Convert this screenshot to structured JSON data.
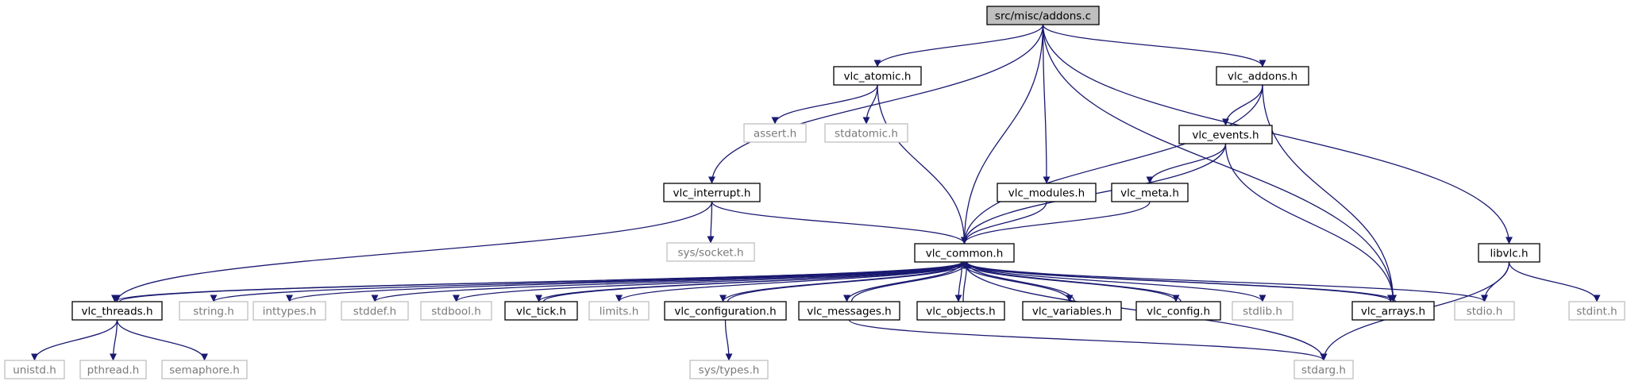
{
  "graph": {
    "root": "src/misc/addons.c",
    "nodes": [
      {
        "id": "root",
        "label": "src/misc/addons.c",
        "kind": "root"
      },
      {
        "id": "vlc_atomic",
        "label": "vlc_atomic.h",
        "kind": "internal"
      },
      {
        "id": "vlc_addons",
        "label": "vlc_addons.h",
        "kind": "internal"
      },
      {
        "id": "assert",
        "label": "assert.h",
        "kind": "external"
      },
      {
        "id": "stdatomic",
        "label": "stdatomic.h",
        "kind": "external"
      },
      {
        "id": "vlc_events",
        "label": "vlc_events.h",
        "kind": "internal"
      },
      {
        "id": "vlc_interrupt",
        "label": "vlc_interrupt.h",
        "kind": "internal"
      },
      {
        "id": "vlc_modules",
        "label": "vlc_modules.h",
        "kind": "internal"
      },
      {
        "id": "vlc_meta",
        "label": "vlc_meta.h",
        "kind": "internal"
      },
      {
        "id": "libvlc",
        "label": "libvlc.h",
        "kind": "internal"
      },
      {
        "id": "sys_socket",
        "label": "sys/socket.h",
        "kind": "external"
      },
      {
        "id": "vlc_common",
        "label": "vlc_common.h",
        "kind": "internal"
      },
      {
        "id": "vlc_threads",
        "label": "vlc_threads.h",
        "kind": "internal"
      },
      {
        "id": "string",
        "label": "string.h",
        "kind": "external"
      },
      {
        "id": "inttypes",
        "label": "inttypes.h",
        "kind": "external"
      },
      {
        "id": "stddef",
        "label": "stddef.h",
        "kind": "external"
      },
      {
        "id": "stdbool",
        "label": "stdbool.h",
        "kind": "external"
      },
      {
        "id": "vlc_tick",
        "label": "vlc_tick.h",
        "kind": "internal"
      },
      {
        "id": "limits",
        "label": "limits.h",
        "kind": "external"
      },
      {
        "id": "vlc_configuration",
        "label": "vlc_configuration.h",
        "kind": "internal"
      },
      {
        "id": "vlc_messages",
        "label": "vlc_messages.h",
        "kind": "internal"
      },
      {
        "id": "vlc_objects",
        "label": "vlc_objects.h",
        "kind": "internal"
      },
      {
        "id": "vlc_variables",
        "label": "vlc_variables.h",
        "kind": "internal"
      },
      {
        "id": "vlc_config",
        "label": "vlc_config.h",
        "kind": "internal"
      },
      {
        "id": "stdlib",
        "label": "stdlib.h",
        "kind": "external"
      },
      {
        "id": "vlc_arrays",
        "label": "vlc_arrays.h",
        "kind": "internal"
      },
      {
        "id": "stdio",
        "label": "stdio.h",
        "kind": "external"
      },
      {
        "id": "stdint",
        "label": "stdint.h",
        "kind": "external"
      },
      {
        "id": "unistd",
        "label": "unistd.h",
        "kind": "external"
      },
      {
        "id": "pthread",
        "label": "pthread.h",
        "kind": "external"
      },
      {
        "id": "semaphore",
        "label": "semaphore.h",
        "kind": "external"
      },
      {
        "id": "sys_types",
        "label": "sys/types.h",
        "kind": "external"
      },
      {
        "id": "stdarg",
        "label": "stdarg.h",
        "kind": "external"
      }
    ],
    "edges": [
      [
        "root",
        "vlc_atomic"
      ],
      [
        "root",
        "vlc_addons"
      ],
      [
        "root",
        "vlc_interrupt"
      ],
      [
        "root",
        "vlc_common"
      ],
      [
        "root",
        "vlc_modules"
      ],
      [
        "root",
        "vlc_arrays"
      ],
      [
        "root",
        "libvlc"
      ],
      [
        "vlc_atomic",
        "assert"
      ],
      [
        "vlc_atomic",
        "stdatomic"
      ],
      [
        "vlc_atomic",
        "vlc_common"
      ],
      [
        "vlc_addons",
        "vlc_events"
      ],
      [
        "vlc_addons",
        "vlc_common"
      ],
      [
        "vlc_addons",
        "vlc_arrays"
      ],
      [
        "vlc_events",
        "vlc_meta"
      ],
      [
        "vlc_events",
        "vlc_common"
      ],
      [
        "vlc_events",
        "vlc_arrays"
      ],
      [
        "vlc_interrupt",
        "sys_socket"
      ],
      [
        "vlc_interrupt",
        "vlc_common"
      ],
      [
        "vlc_interrupt",
        "vlc_threads"
      ],
      [
        "vlc_modules",
        "vlc_common"
      ],
      [
        "vlc_meta",
        "vlc_common"
      ],
      [
        "libvlc",
        "stdio"
      ],
      [
        "libvlc",
        "stdint"
      ],
      [
        "libvlc",
        "stdarg"
      ],
      [
        "vlc_common",
        "vlc_threads"
      ],
      [
        "vlc_common",
        "string"
      ],
      [
        "vlc_common",
        "inttypes"
      ],
      [
        "vlc_common",
        "stddef"
      ],
      [
        "vlc_common",
        "stdbool"
      ],
      [
        "vlc_common",
        "vlc_tick"
      ],
      [
        "vlc_common",
        "limits"
      ],
      [
        "vlc_common",
        "vlc_configuration"
      ],
      [
        "vlc_common",
        "vlc_messages"
      ],
      [
        "vlc_common",
        "vlc_objects"
      ],
      [
        "vlc_common",
        "vlc_variables"
      ],
      [
        "vlc_common",
        "vlc_config"
      ],
      [
        "vlc_common",
        "stdlib"
      ],
      [
        "vlc_common",
        "vlc_arrays"
      ],
      [
        "vlc_common",
        "stdio"
      ],
      [
        "vlc_common",
        "stdarg"
      ],
      [
        "vlc_threads",
        "vlc_common"
      ],
      [
        "vlc_threads",
        "unistd"
      ],
      [
        "vlc_threads",
        "pthread"
      ],
      [
        "vlc_threads",
        "semaphore"
      ],
      [
        "vlc_tick",
        "vlc_common"
      ],
      [
        "vlc_configuration",
        "vlc_common"
      ],
      [
        "vlc_configuration",
        "sys_types"
      ],
      [
        "vlc_messages",
        "vlc_common"
      ],
      [
        "vlc_messages",
        "stdarg"
      ],
      [
        "vlc_objects",
        "vlc_common"
      ],
      [
        "vlc_variables",
        "vlc_common"
      ],
      [
        "vlc_config",
        "vlc_common"
      ],
      [
        "vlc_arrays",
        "vlc_common"
      ]
    ]
  }
}
